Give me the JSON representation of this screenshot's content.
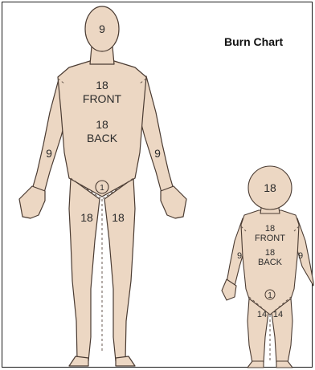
{
  "title": "Burn Chart",
  "colors": {
    "skin": "#ecd7c3",
    "outline": "#4a3b32",
    "dash": "#6a5a50"
  },
  "adult": {
    "head": "9",
    "front_value": "18",
    "front_label": "FRONT",
    "back_value": "18",
    "back_label": "BACK",
    "left_arm": "9",
    "right_arm": "9",
    "perineum": "1",
    "left_leg": "18",
    "right_leg": "18"
  },
  "child": {
    "head": "18",
    "front_value": "18",
    "front_label": "FRONT",
    "back_value": "18",
    "back_label": "BACK",
    "left_arm": "9",
    "right_arm": "9",
    "perineum": "1",
    "left_leg": "14",
    "right_leg": "14"
  }
}
